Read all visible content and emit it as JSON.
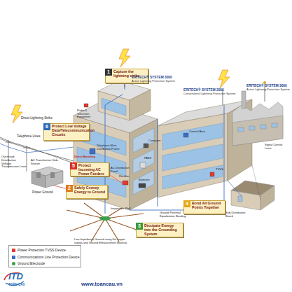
{
  "diagram": {
    "nodes": [
      {
        "text": [
          "1",
          "Capture the lightning strike"
        ]
      },
      {
        "text": [
          "6",
          "Protect Low Voltage Data/Telecommunication Circuits"
        ]
      },
      {
        "text": [
          "5",
          "Protect Incoming AC Power Feeders"
        ]
      },
      {
        "text": [
          "2",
          "Safely Convey Energy to Ground"
        ]
      },
      {
        "text": [
          "3",
          "Dissipate Energy into the Grounding System"
        ]
      },
      {
        "text": [
          "4",
          "Bond All Ground Points Together"
        ]
      }
    ],
    "labels": [
      "ERITECH® SYSTEM 3000",
      "Active Lightning Protection System",
      "ERITECH® SYSTEM 2000",
      "Conventional Lightning Protection System",
      "ERITECH® SYSTEM 3000",
      "Active Lightning Protection System",
      "Direct Lightning Strike",
      "Telephone Lines",
      "Overhead Distribution Voltage Transmission Lines",
      "AC Transformer Sub-Station",
      "Power Ground",
      "Radio & Television Equipment",
      "Telephone Main Distribution Frame",
      "Direct Bonding",
      "AC Distribution Panel",
      "PABX",
      "Computer",
      "Rectifier",
      "Batteries",
      "Control Area",
      "Inspection Well",
      "Ground Potential Equalization Bonding",
      "Low Impedance Ground using flat copper radials and Ground Enhancement Material",
      "TVSS",
      "Sub-Distribution Board",
      "Signal Control Lines",
      "ITD",
      "TOÀN CẦU",
      "www.toancau.vn"
    ],
    "legend": [
      {
        "text": "Power Protection TVSS Device",
        "color": "#e03a2f"
      },
      {
        "text": "Communications Line Protection Device",
        "color": "#3a6fc4"
      },
      {
        "text": "Ground Electrode",
        "color": "#3aa04a"
      }
    ]
  }
}
